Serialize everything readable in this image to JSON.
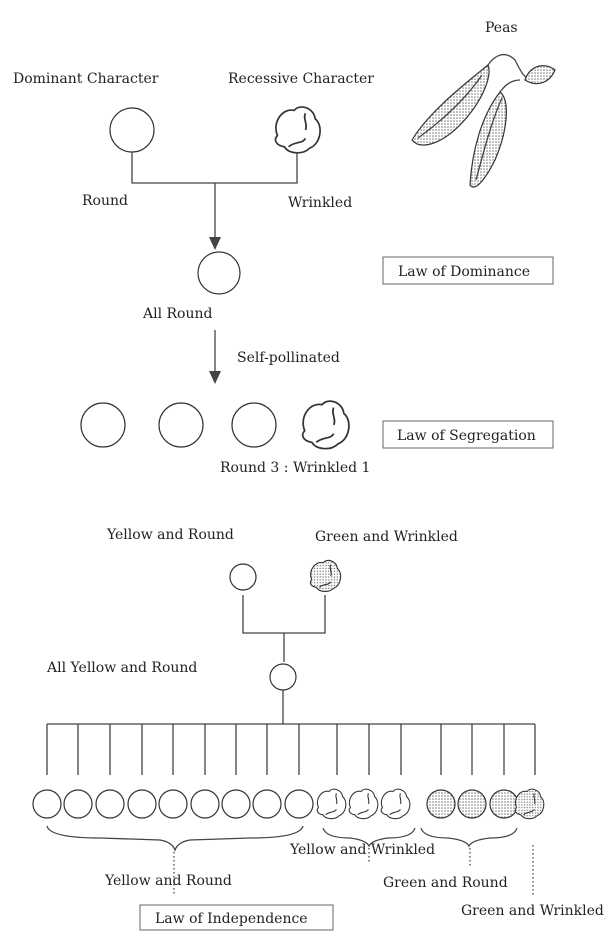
{
  "title_peas": "Peas",
  "dominant_label": "Dominant Character",
  "recessive_label": "Recessive Character",
  "round_label": "Round",
  "wrinkled_label": "Wrinkled",
  "f1_label": "All Round",
  "self_pollinated_label": "Self-pollinated",
  "ratio_label": "Round 3 : Wrinkled 1",
  "law_dominance": "Law of Dominance",
  "law_segregation": "Law of Segregation",
  "dihybrid": {
    "parent1": "Yellow and Round",
    "parent2": "Green and Wrinkled",
    "f1": "All Yellow and Round",
    "groups": [
      {
        "label": "Yellow and Round",
        "count": 9
      },
      {
        "label": "Yellow and Wrinkled",
        "count": 3
      },
      {
        "label": "Green and Round",
        "count": 3
      },
      {
        "label": "Green and Wrinkled",
        "count": 1
      }
    ],
    "law": "Law of Independence"
  }
}
